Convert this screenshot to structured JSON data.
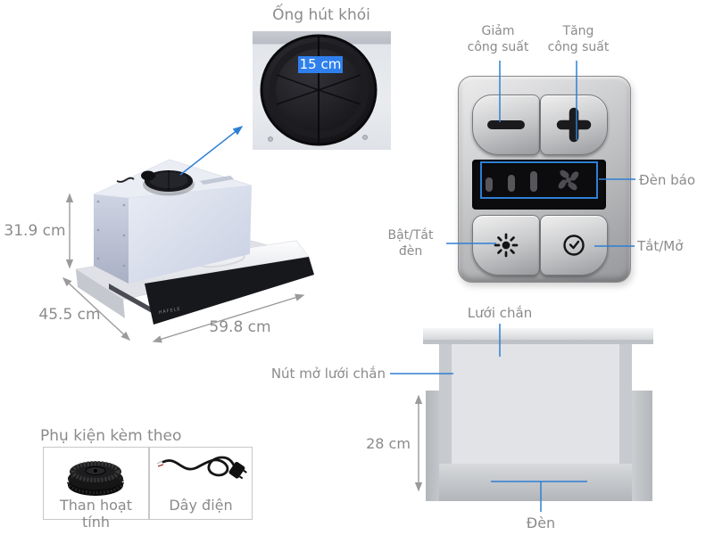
{
  "colors": {
    "annotation_blue": "#2e7fd4",
    "badge_blue": "#2f80ed",
    "label_gray": "#8b8b8b",
    "dim_arrow_gray": "#9b9b9b"
  },
  "duct_callout": {
    "title": "Ống hút khói",
    "size_badge": "15 cm"
  },
  "product": {
    "brand": "HAFELE",
    "height_label": "31.9 cm",
    "depth_label": "45.5 cm",
    "width_label": "59.8 cm"
  },
  "control_panel": {
    "decrease_label": "Giảm công suất",
    "increase_label": "Tăng công suất",
    "indicator_label": "Đèn báo",
    "light_label": "Bật/Tắt đèn",
    "timer_label": "Tắt/Mở"
  },
  "underside": {
    "mesh_label": "Lưới chắn",
    "mesh_button_label": "Nút mở lưới chắn",
    "height_label": "28 cm",
    "lamp_label": "Đèn"
  },
  "accessories": {
    "title": "Phụ kiện kèm theo",
    "items": [
      {
        "label": "Than hoạt tính"
      },
      {
        "label": "Dây điện"
      }
    ]
  },
  "icons": {
    "decrease": "minus",
    "increase": "plus",
    "indicator": "fan",
    "light": "sun",
    "timer": "clock-check"
  }
}
